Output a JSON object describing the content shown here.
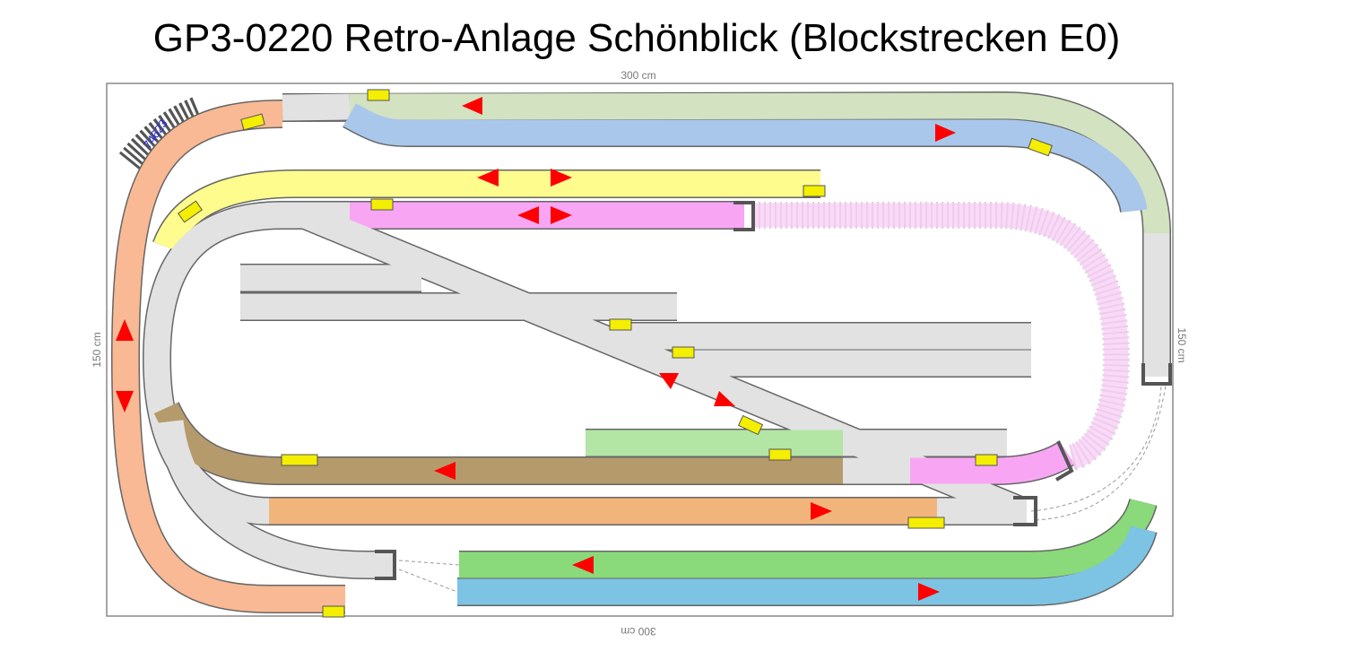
{
  "title": "GP3-0220 Retro-Anlage Schönblick (Blockstrecken E0)",
  "dimensions": {
    "top": "300 cm",
    "bottom": "300 cm",
    "left": "150 cm",
    "right": "150 cm"
  },
  "labels": {
    "bridge_article": "74623"
  },
  "colors": {
    "outer_loop": "#f8b994",
    "top_green": "#d3e2c1",
    "top_blue": "#a9c7ea",
    "yellow": "#fdfc8c",
    "pink": "#f8a6f4",
    "grey": "#e2e2e2",
    "brown": "#b59a6c",
    "light_orange": "#f1b57c",
    "light_green": "#b3e5a5",
    "green": "#8ad97a",
    "sky_blue": "#7dc3e4",
    "arrow": "#ff0000",
    "signal": "#f4ee00"
  }
}
